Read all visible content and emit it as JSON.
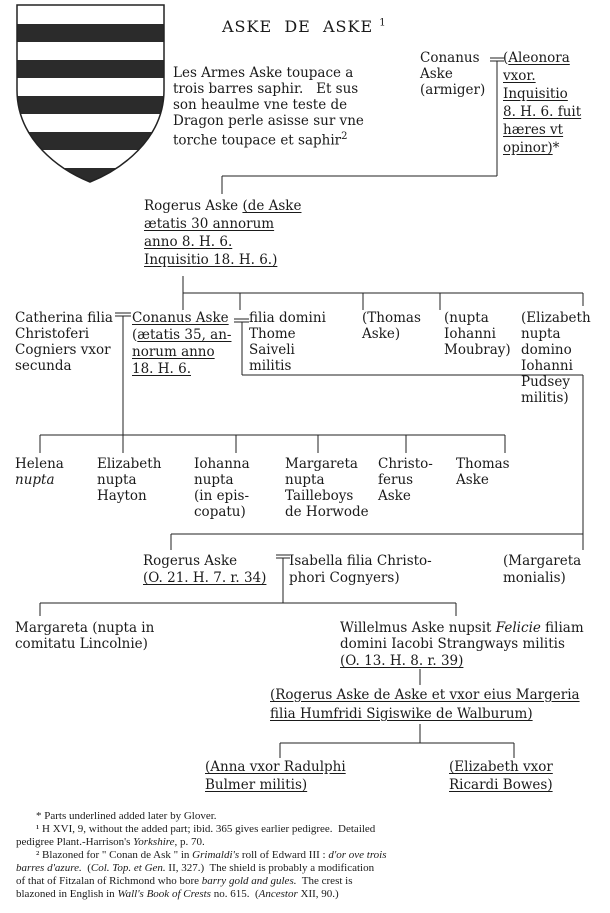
{
  "title": {
    "text": "ASKE  DE  ASKE ",
    "note": "1"
  },
  "blazon": [
    "Les Armes Aske toupace a",
    "trois barres saphir.   Et sus",
    "son heaulme vne teste de",
    "Dragon perle asisse sur vne",
    "torche toupace et saphir"
  ],
  "blazon_note": "2",
  "conanus_armiger": [
    "Conanus",
    "Aske",
    "(armiger)"
  ],
  "aleonora": [
    "Aleonora",
    "vxor.",
    "Inquisitio",
    "8. H. 6. fuit",
    "hæres vt",
    "opinor)"
  ],
  "aleonora_tail": "*",
  "rogerus": [
    "Rogerus Aske ",
    "(de Aske",
    "ætatis 30 annorum",
    "anno 8. H. 6.",
    "Inquisitio 18. H. 6.)"
  ],
  "catherina": [
    "Catherina filia",
    "Christoferi",
    "Cogniers vxor",
    "secunda"
  ],
  "conanus": [
    "Conanus Aske",
    "ætatis 35, an-",
    "norum anno",
    "18. H. 6."
  ],
  "thome_daughter": [
    "filia domini",
    "Thome",
    "Saiveli",
    "militis"
  ],
  "thomas": [
    "(Thomas",
    "Aske)"
  ],
  "moubray": [
    "(nupta",
    "Iohanni",
    "Moubray)"
  ],
  "elizabeth_pudsey": [
    "(Elizabeth",
    "nupta",
    "domino",
    "Iohanni",
    "Pudsey",
    "militis)"
  ],
  "helena": [
    "Helena",
    "nupta"
  ],
  "elizabeth_hayton": [
    "Elizabeth",
    "nupta",
    "Hayton"
  ],
  "iohanna": [
    "Iohanna",
    "nupta",
    "(in epis-",
    "copatu)"
  ],
  "margareta_tailleboys": [
    "Margareta",
    "nupta",
    "Tailleboys",
    "de Horwode"
  ],
  "christoferus": [
    "Christo-",
    "ferus",
    "Aske"
  ],
  "thomas2": [
    "Thomas",
    "Aske"
  ],
  "rogerus2": [
    "Rogerus Aske",
    "(O. 21. H. 7. r. 34)"
  ],
  "isabella": [
    "Isabella filia Christo-",
    "phori Cognyers)"
  ],
  "margareta_monialis": [
    "(Margareta",
    "monialis)"
  ],
  "margareta_lincolnie": [
    "Margareta (nupta in",
    "comitatu Lincolnie)"
  ],
  "willelmus": {
    "0a": "Willelmus Aske nupsit ",
    "0b": "Felicie",
    "0c": " filiam",
    "1": "domini Iacobi Strangways militis",
    "2": "(O. 13. H. 8. r. 39)"
  },
  "rogerus_de_aske": [
    "(Rogerus Aske de Aske et vxor eius Margeria",
    "filia Humfridi Sigiswike de Walburum)"
  ],
  "anna": [
    "(Anna vxor Radulphi",
    "Bulmer militis)"
  ],
  "elizabeth_bowes": [
    "(Elizabeth vxor",
    "Ricardi Bowes)"
  ],
  "footnotes": {
    "0": "* Parts underlined added later by Glover.",
    "1": "¹ H XVI, 9, without the added part; ibid. 365 gives earlier pedigree.  Detailed",
    "2a": "pedigree Plant.-Harrison's ",
    "2b": "Yorkshire",
    "2c": ", p. 70.",
    "3a": "² Blazoned for \" Conan de Ask \" in ",
    "3b": "Grimaldi's",
    "3c": " roll of Edward III : ",
    "3d": "d'or ove trois",
    "4a": "barres d'azure.",
    "4b": "  (",
    "4c": "Col. Top. et Gen.",
    "4d": " II, 327.)  The shield is probably a modification",
    "5a": "of that of Fitzalan of Richmond who bore ",
    "5b": "barry gold and gules.",
    "5c": "  The crest is",
    "6a": "blazoned in English in ",
    "6b": "Wall's Book of Crests",
    "6c": " no. 615.  (",
    "6d": "Ancestor",
    "6e": " XII, 90.)"
  }
}
